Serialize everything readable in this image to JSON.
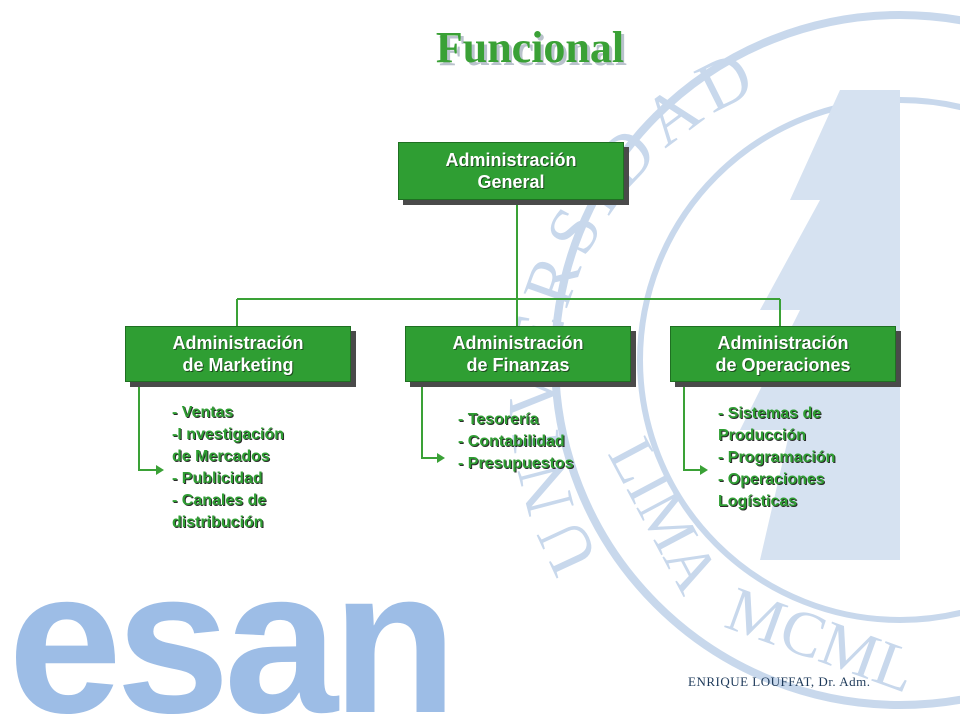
{
  "title": "Funcional",
  "org_chart": {
    "root": {
      "line1": "Administración",
      "line2": "General"
    },
    "children": [
      {
        "line1": "Administración",
        "line2": "de Marketing",
        "items": [
          "- Ventas",
          "-I nvestigación",
          "de Mercados",
          "- Publicidad",
          "- Canales de",
          "distribución"
        ]
      },
      {
        "line1": "Administración",
        "line2": "de Finanzas",
        "items": [
          "- Tesorería",
          "- Contabilidad",
          "- Presupuestos"
        ]
      },
      {
        "line1": "Administración",
        "line2": "de Operaciones",
        "items": [
          "- Sistemas de",
          "Producción",
          "- Programación",
          "- Operaciones",
          "Logísticas"
        ]
      }
    ]
  },
  "footer": "ENRIQUE LOUFFAT, Dr. Adm.",
  "watermark": {
    "logo_text": "esan",
    "seal_text": "UNIVERSIDAD · LIMA · MCML"
  },
  "colors": {
    "box_green": "#2f9e33",
    "title_green": "#3aa136",
    "connector_green": "#3aa136",
    "logo_blue": "#9dbde6",
    "seal_blue": "#c8d8ec"
  }
}
